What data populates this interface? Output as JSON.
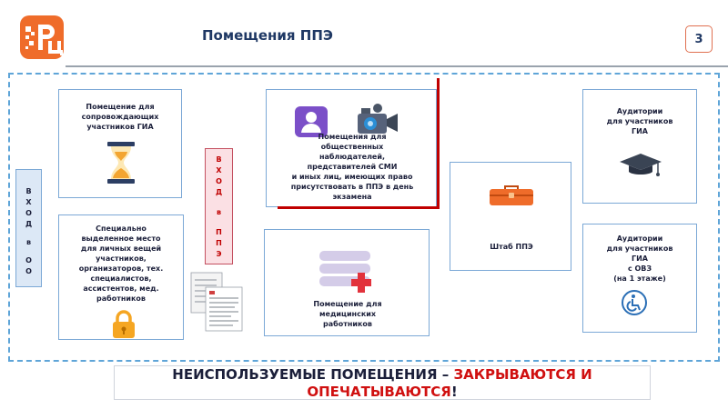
{
  "header": {
    "title": "Помещения ППЭ",
    "page_number": "3"
  },
  "entry_left": {
    "chars": [
      "В",
      "Х",
      "О",
      "Д",
      "",
      "в",
      "",
      "О",
      "О"
    ]
  },
  "entry_mid": {
    "chars": [
      "В",
      "Х",
      "О",
      "Д",
      "",
      "в",
      "",
      "П",
      "П",
      "Э"
    ]
  },
  "rooms": {
    "escort": {
      "lines": [
        "Помещение для",
        "сопровождающих",
        "участников ГИА"
      ]
    },
    "personal": {
      "lines": [
        "Специально",
        "выделенное место",
        "для личных вещей",
        "участников,",
        "организаторов, тех.",
        "специалистов,",
        "ассистентов, мед.",
        "работников"
      ]
    },
    "observers": {
      "lines": [
        "Помещения для",
        "общественных",
        "наблюдателей,",
        "представителей СМИ",
        "и иных лиц, имеющих право",
        "присутствовать в ППЭ в день",
        "экзамена"
      ]
    },
    "medical": {
      "lines": [
        "Помещение для",
        "медицинских",
        "работников"
      ]
    },
    "hq": {
      "lines": [
        "Штаб ППЭ"
      ]
    },
    "aud1": {
      "lines": [
        "Аудитории",
        "для участников",
        "ГИА"
      ]
    },
    "aud2": {
      "lines": [
        "Аудитории",
        "для участников",
        "ГИА",
        "с ОВЗ",
        "(на 1 этаже)"
      ]
    }
  },
  "banner": {
    "part1": "НЕИСПОЛЬЗУЕМЫЕ ПОМЕЩЕНИЯ – ",
    "part2": "ЗАКРЫВАЮТСЯ И",
    "part3": "ОПЕЧАТЫВАЮТСЯ",
    "part4": "!"
  },
  "colors": {
    "accent_orange": "#ef6c2a",
    "title_blue": "#1f3864",
    "frame_blue": "#5fa5d8",
    "alert_red": "#c00000"
  },
  "icons": [
    "logo-icon",
    "hourglass-icon",
    "padlock-icon",
    "user-card-icon",
    "video-camera-icon",
    "forms-icon",
    "medical-stack-icon",
    "briefcase-icon",
    "graduation-cap-icon",
    "wheelchair-icon"
  ]
}
